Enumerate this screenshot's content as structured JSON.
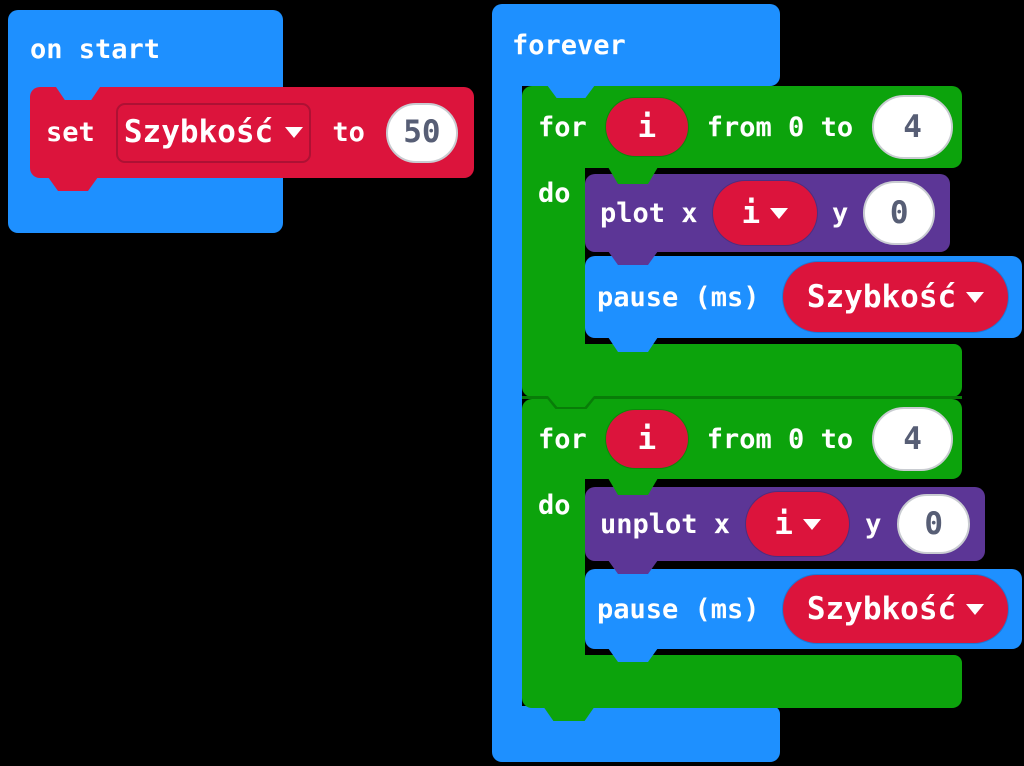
{
  "colors": {
    "workspace_bg": "#000000",
    "basic_blue": "#1E90FF",
    "loops_green": "#0CA30C",
    "led_purple": "#5C3696",
    "variables_red": "#DC143C",
    "field_text": "#575E75"
  },
  "on_start": {
    "label": "on start"
  },
  "set_block": {
    "label_set": "set",
    "variable": "Szybkość",
    "label_to": "to",
    "value": "50"
  },
  "forever": {
    "label": "forever"
  },
  "loop1": {
    "label_for": "for",
    "variable": "i",
    "label_from_to": "from 0 to",
    "to_value": "4",
    "label_do": "do",
    "plot": {
      "label": "plot x",
      "variable": "i",
      "label_y": "y",
      "y_value": "0"
    },
    "pause": {
      "label": "pause (ms)",
      "variable": "Szybkość"
    }
  },
  "loop2": {
    "label_for": "for",
    "variable": "i",
    "label_from_to": "from 0 to",
    "to_value": "4",
    "label_do": "do",
    "unplot": {
      "label": "unplot x",
      "variable": "i",
      "label_y": "y",
      "y_value": "0"
    },
    "pause": {
      "label": "pause (ms)",
      "variable": "Szybkość"
    }
  }
}
